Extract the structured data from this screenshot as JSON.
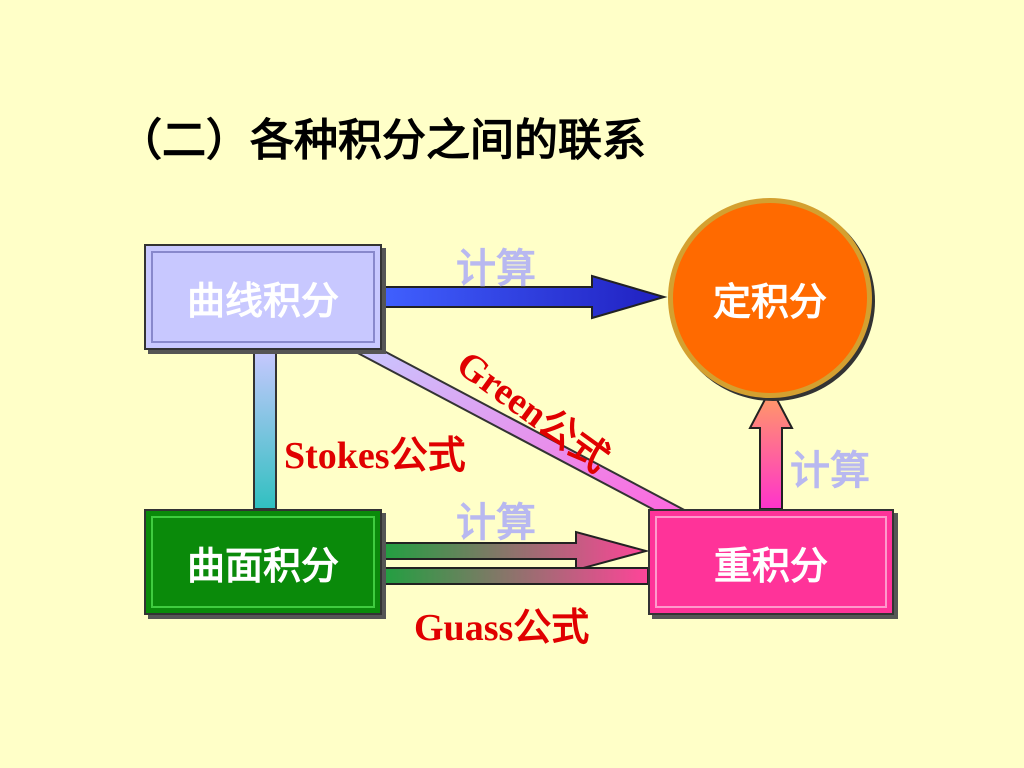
{
  "title": "（二）各种积分之间的联系",
  "nodes": {
    "line_integral": "曲线积分",
    "definite_integral": "定积分",
    "surface_integral": "曲面积分",
    "multiple_integral": "重积分"
  },
  "edges": {
    "compute_top": "计算",
    "compute_middle": "计算",
    "compute_right": "计算",
    "green_formula": "Green公式",
    "stokes_formula": "Stokes公式",
    "gauss_formula": "Guass公式"
  },
  "colors": {
    "background": "#ffffc8",
    "line_box": "#c8c8ff",
    "surface_box": "#0a8a0a",
    "multiple_box": "#ff3399",
    "definite_circle": "#ff6a00",
    "formula_text": "#e00000",
    "compute_text": "#b8b8f0"
  }
}
